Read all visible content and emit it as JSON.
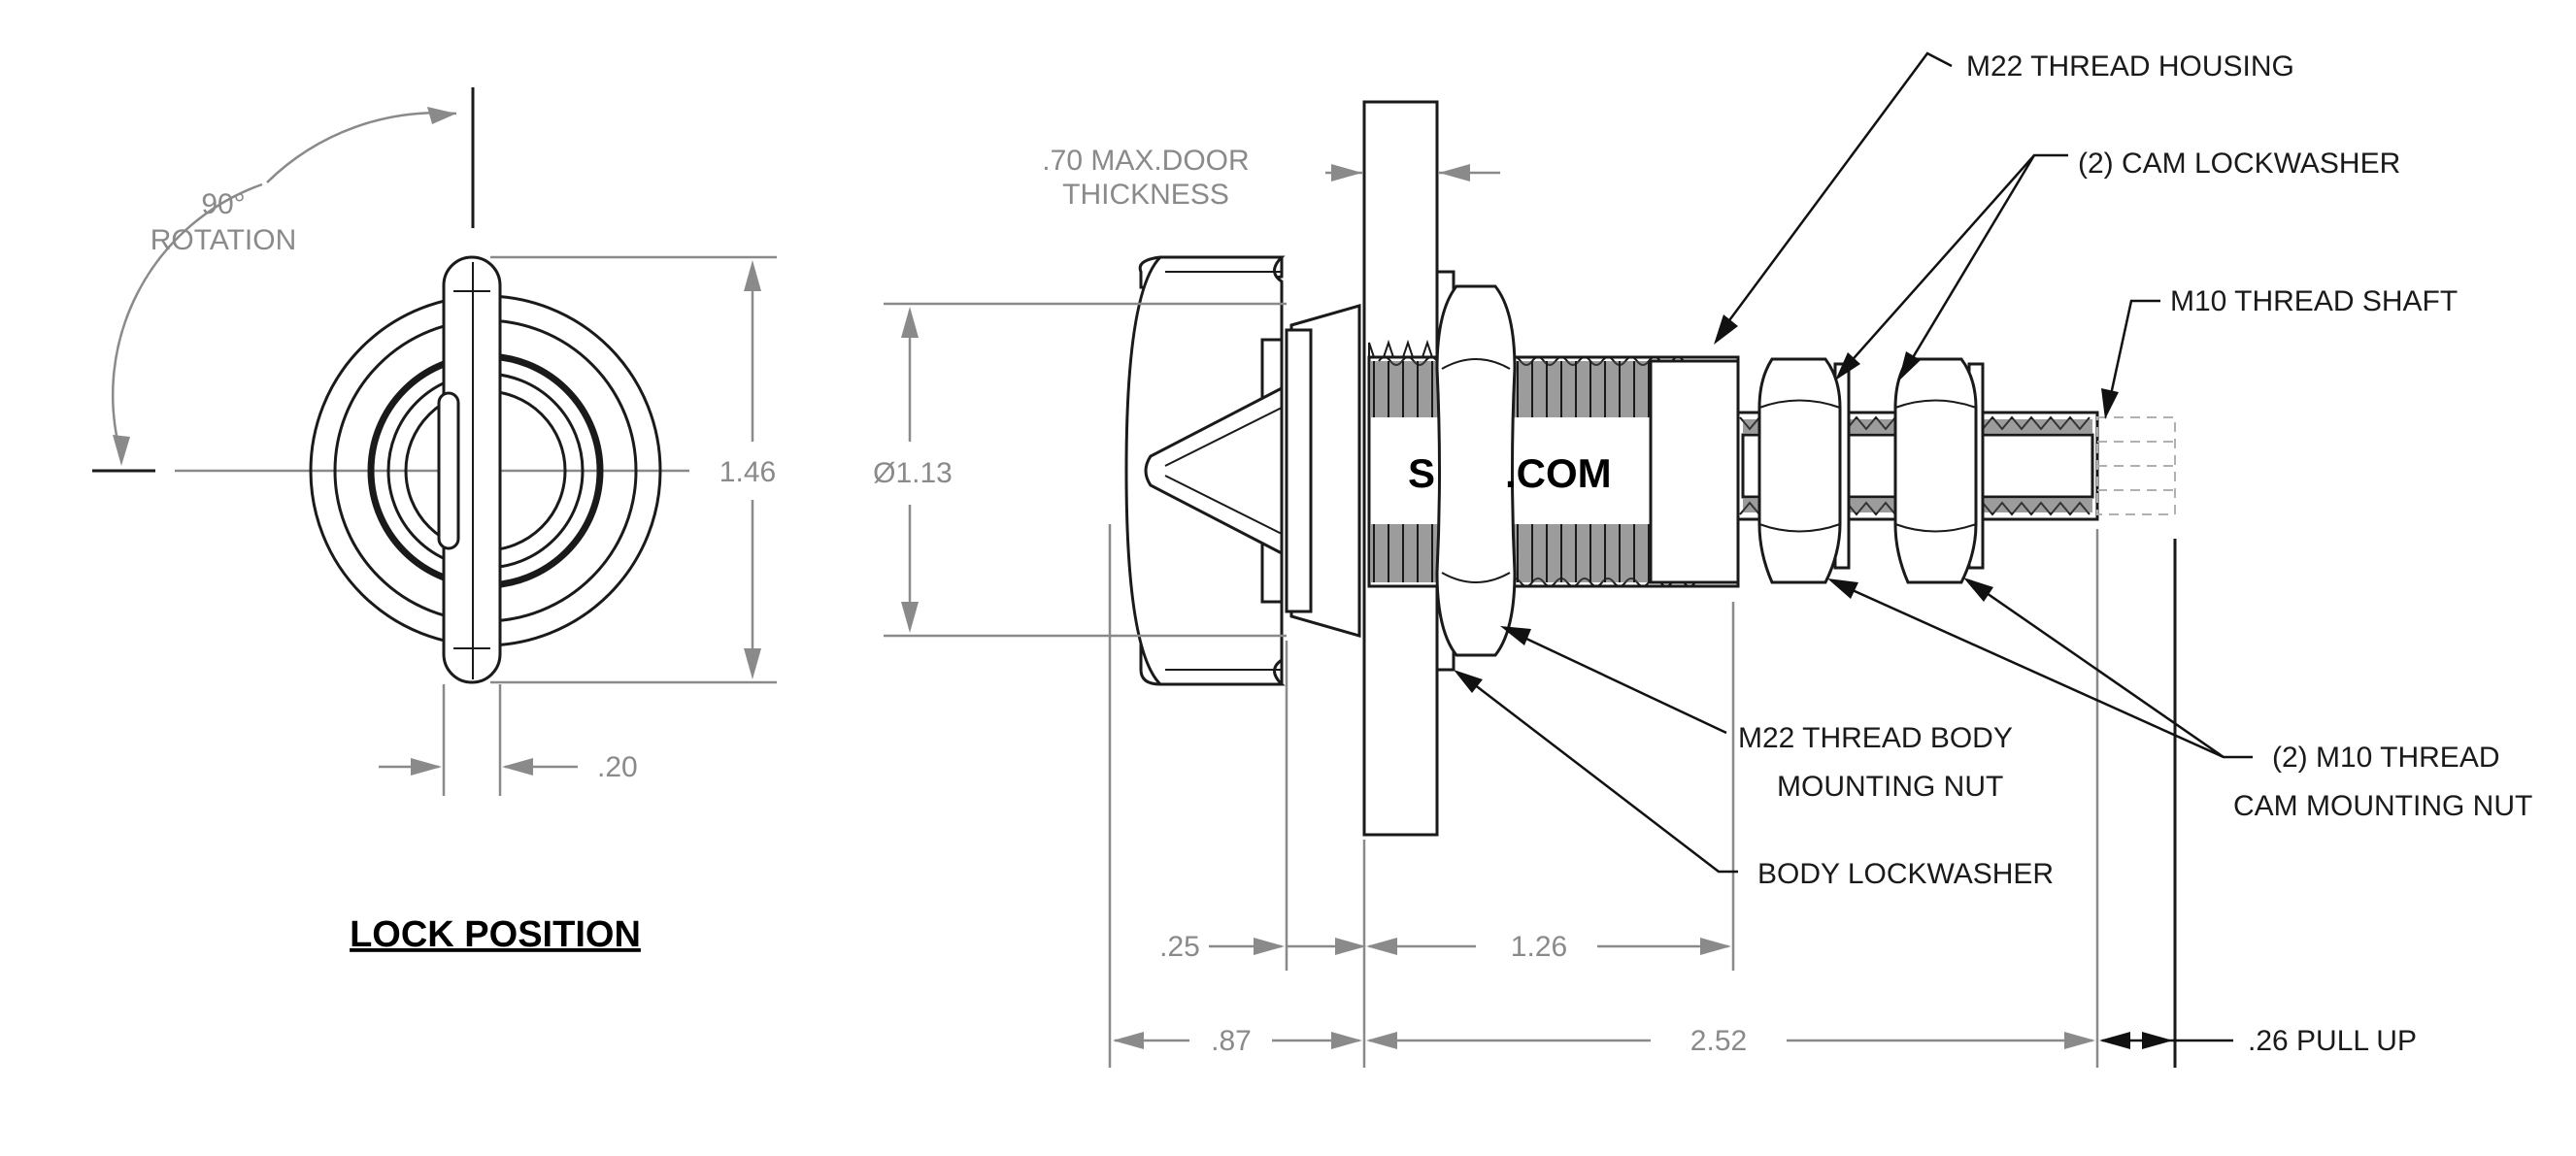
{
  "left_view": {
    "rotation_angle": "90°",
    "rotation_label": "ROTATION",
    "height_dim": "1.46",
    "width_dim": ".20",
    "title": "LOCK POSITION"
  },
  "side_view": {
    "door_thickness_line1": ".70 MAX.DOOR",
    "door_thickness_line2": "THICKNESS",
    "diameter_dim": "Ø1.13",
    "brand": "S",
    "brand_suffix": ".COM",
    "dim_025": ".25",
    "dim_126": "1.26",
    "dim_087": ".87",
    "dim_252": "2.52",
    "pull_up": ".26 PULL UP"
  },
  "callouts": {
    "m22_housing": "M22 THREAD HOUSING",
    "cam_lockwasher": "(2) CAM LOCKWASHER",
    "m10_shaft": "M10 THREAD SHAFT",
    "body_nut_line1": "M22 THREAD BODY",
    "body_nut_line2": "MOUNTING NUT",
    "body_lockwasher": "BODY LOCKWASHER",
    "cam_nut_line1": "(2) M10 THREAD",
    "cam_nut_line2": "CAM MOUNTING NUT"
  }
}
